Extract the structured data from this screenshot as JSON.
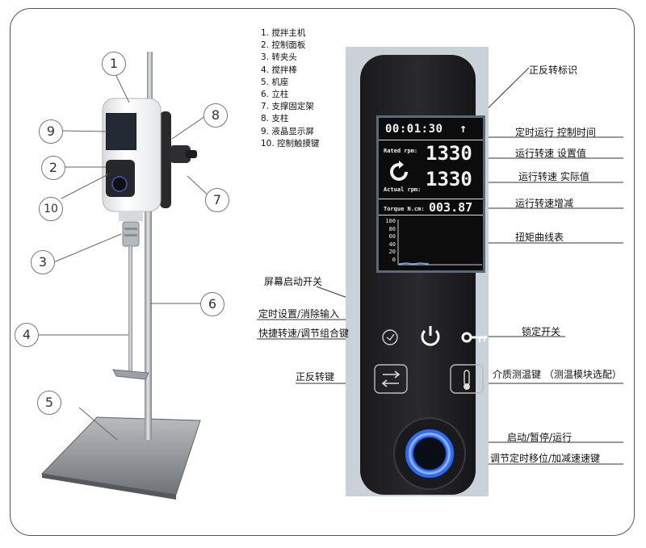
{
  "legend": [
    "1. 搅拌主机",
    "2. 控制面板",
    "3. 转夹头",
    "4. 搅拌棒",
    "5. 机座",
    "6. 立柱",
    "7. 支撑固定架",
    "8. 支柱",
    "9. 液晶显示屏",
    "10. 控制触摸键"
  ],
  "numbers": [
    "1",
    "2",
    "3",
    "4",
    "5",
    "6",
    "7",
    "8",
    "9",
    "10"
  ],
  "lcd": {
    "time": "00:01:30",
    "direction_arrow": "↑",
    "rated_label": "Rated rpm:",
    "rated_value": "1330",
    "actual_label": "Actual rpm:",
    "actual_value": "1330",
    "torque_label": "Torque N.cm:",
    "torque_value": "003.87",
    "chart_ticks": [
      "100",
      "80",
      "60",
      "40",
      "20",
      "0"
    ]
  },
  "callouts": {
    "direction_indicator": "正反转标识",
    "timer_time": "定时运行 控制时间",
    "set_speed": "运行转速 设置值",
    "actual_speed": "运行转速 实际值",
    "speed_change": "运行转速增减",
    "torque_chart": "扭矩曲线表",
    "screen_power": "屏幕启动开关",
    "timer_set": "定时设置/消除输入",
    "quick_speed": "快捷转速/调节组合键",
    "lock_switch": "锁定开关",
    "reverse_key": "正反转键",
    "temp_key": "介质测温键 （测温模块选配）",
    "start_pause": "启动/暂停/运行",
    "adjust_knob": "调节定时移位/加减速速键"
  },
  "colors": {
    "controller_body": "#1e1e21",
    "lcd_bg": "#0c0c0c",
    "knob_ring": "#2b6cff",
    "stand_base": "#9a9ea2"
  }
}
